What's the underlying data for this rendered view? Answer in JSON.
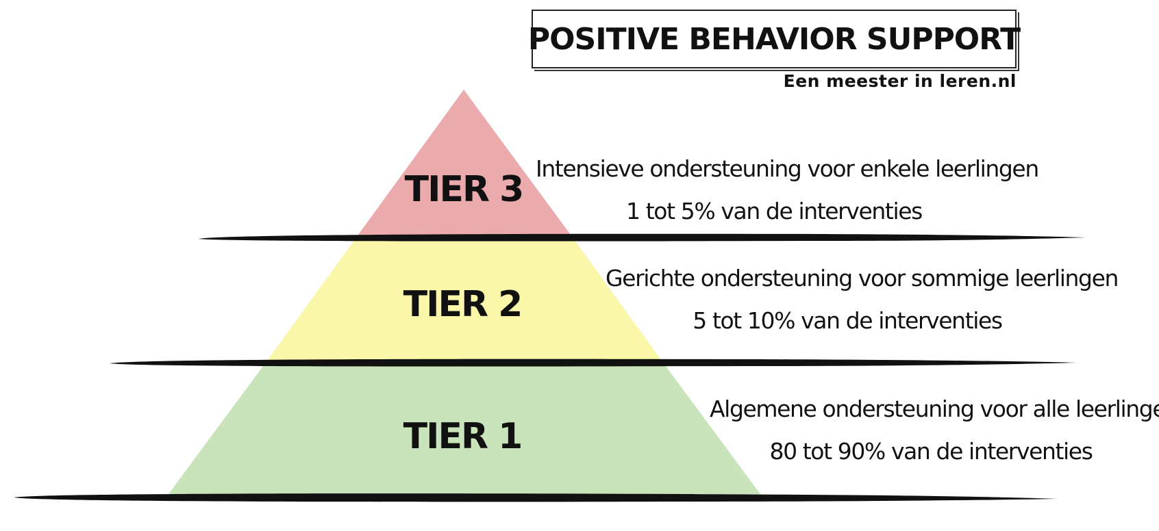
{
  "header": {
    "title": "POSITIVE BEHAVIOR SUPPORT",
    "subtitle": "Een meester in leren.nl"
  },
  "colors": {
    "tier3": "#EBABAC",
    "tier2": "#FAF7AB",
    "tier1": "#C9E4BA",
    "line": "#111111"
  },
  "tiers": [
    {
      "label": "TIER 3",
      "description": "Intensieve ondersteuning voor enkele leerlingen",
      "percentage": "1 tot 5% van de interventies"
    },
    {
      "label": "TIER 2",
      "description": "Gerichte ondersteuning voor sommige leerlingen",
      "percentage": "5 tot 10% van de interventies"
    },
    {
      "label": "TIER 1",
      "description": "Algemene ondersteuning voor alle leerlingen",
      "percentage": "80 tot 90% van de interventies"
    }
  ]
}
